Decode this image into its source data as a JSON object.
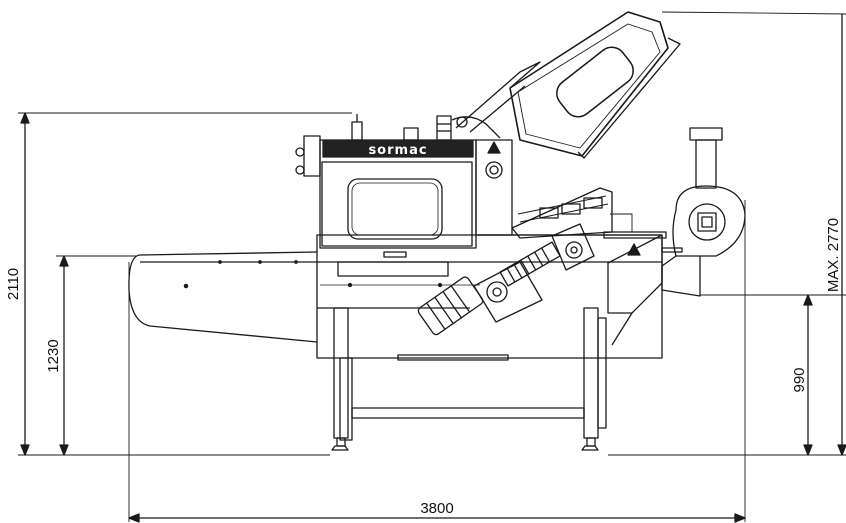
{
  "drawing": {
    "brand": "sormac",
    "dimensions": {
      "overall_height": "2110",
      "infeed_height": "1230",
      "outfeed_height": "990",
      "max_height": "MAX. 2770",
      "overall_length": "3800"
    }
  },
  "colors": {
    "line": "#1a1a1a",
    "brand_plate": "#222222"
  }
}
